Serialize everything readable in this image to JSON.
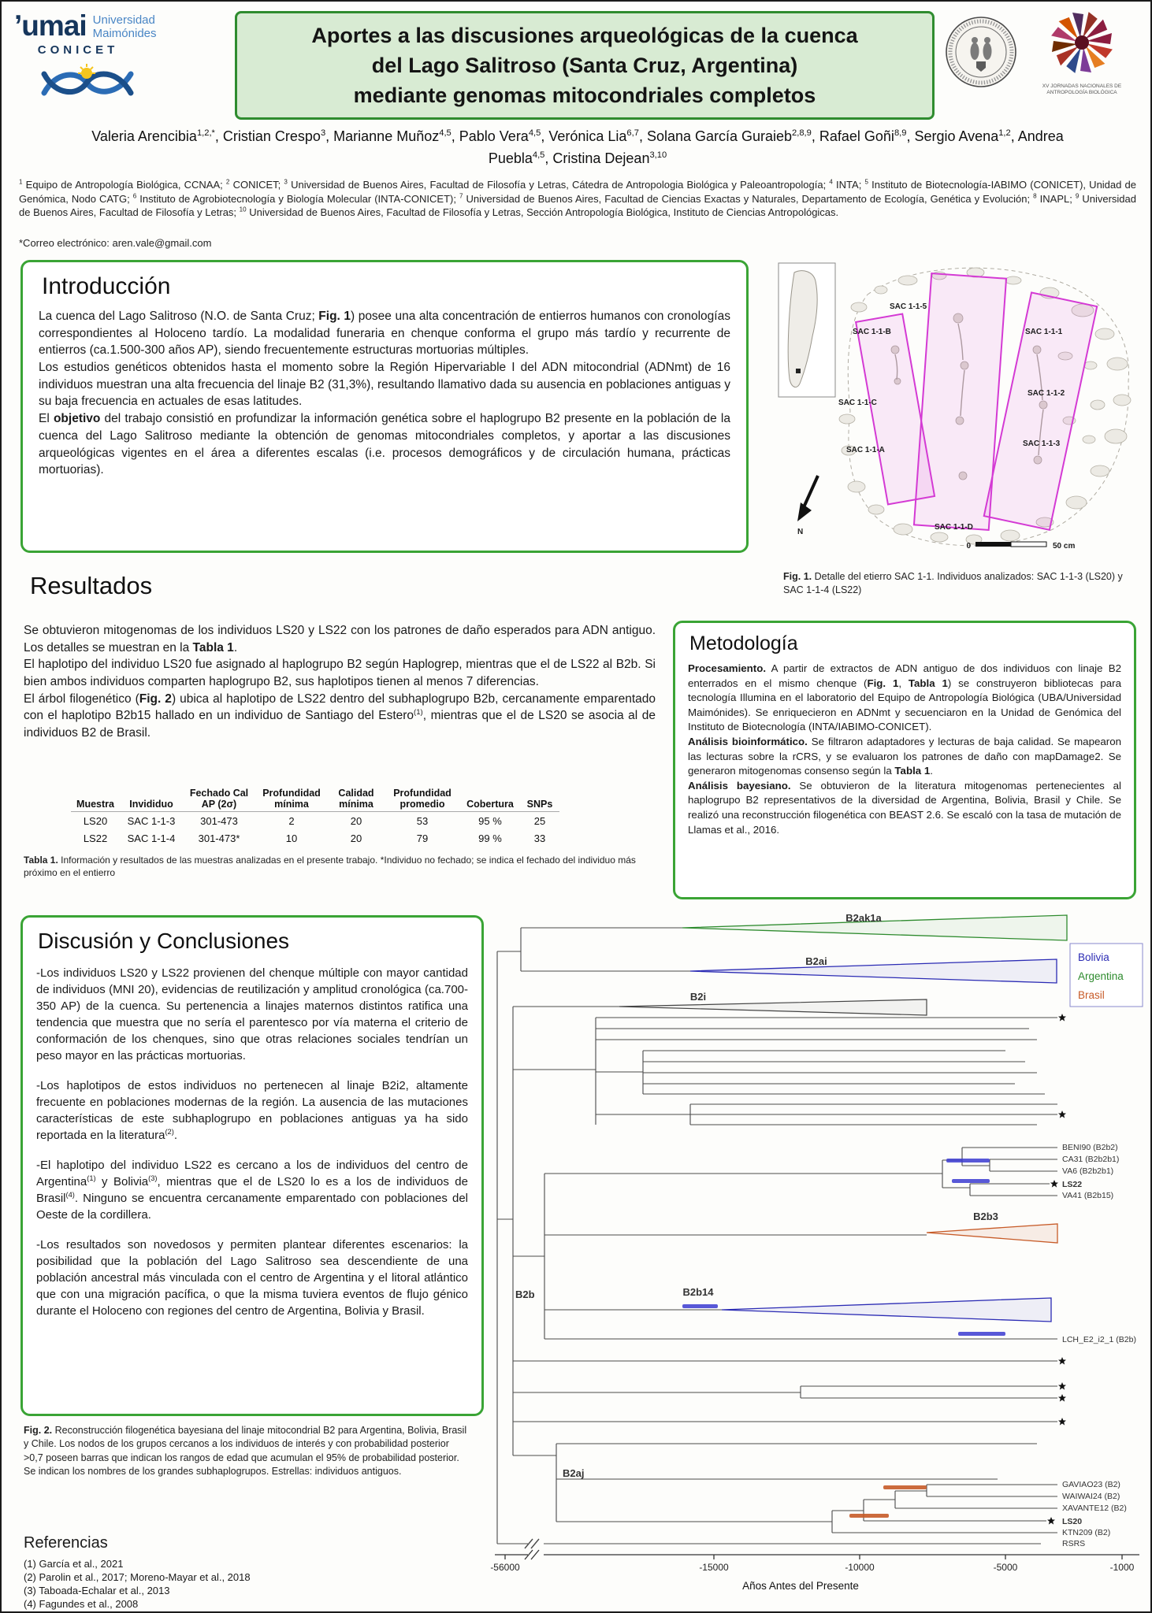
{
  "colors": {
    "accent_green": "#3aa435",
    "title_box_fill": "#d8ebd3",
    "magenta_units": "#d43ad4",
    "bolivia": "#2b2bb4",
    "argentina": "#2e8b2e",
    "brasil": "#c75b28",
    "ancient_bold_green": "#1e7d1e"
  },
  "header": {
    "umai_word": "’umai",
    "umai_sub": [
      "Universidad",
      "Maimónides"
    ],
    "conicet": "CONICET",
    "title_lines": [
      "Aportes a las discusiones arqueológicas de la cuenca",
      "del Lago Salitroso (Santa Cruz, Argentina)",
      "mediante genomas mitocondriales completos"
    ],
    "jornadas_caption": "XV JORNADAS NACIONALES DE ANTROPOLOGÍA BIOLÓGICA"
  },
  "authors_segments": [
    {
      "t": "Valeria Arencibia"
    },
    {
      "t": "1,2,*",
      "sup": true
    },
    {
      "t": ", Cristian Crespo"
    },
    {
      "t": "3",
      "sup": true
    },
    {
      "t": ", Marianne Muñoz"
    },
    {
      "t": "4,5",
      "sup": true
    },
    {
      "t": ", Pablo Vera"
    },
    {
      "t": "4,5",
      "sup": true
    },
    {
      "t": ", Verónica Lia"
    },
    {
      "t": "6,7",
      "sup": true
    },
    {
      "t": ", Solana García Guraieb"
    },
    {
      "t": "2,8,9",
      "sup": true
    },
    {
      "t": ", Rafael Goñi"
    },
    {
      "t": "8,9",
      "sup": true
    },
    {
      "t": ", Sergio Avena"
    },
    {
      "t": "1,2",
      "sup": true
    },
    {
      "t": ", Andrea Puebla"
    },
    {
      "t": "4,5",
      "sup": true
    },
    {
      "t": ", Cristina Dejean"
    },
    {
      "t": "3,10",
      "sup": true
    }
  ],
  "affiliations_segments": [
    {
      "t": "1",
      "sup": true
    },
    {
      "t": " Equipo de Antropología Biológica, CCNAA; "
    },
    {
      "t": "2",
      "sup": true
    },
    {
      "t": " CONICET; "
    },
    {
      "t": "3",
      "sup": true
    },
    {
      "t": " Universidad de Buenos Aires, Facultad de Filosofía y Letras, Cátedra de Antropologia Biológica y Paleoantropología; "
    },
    {
      "t": "4",
      "sup": true
    },
    {
      "t": " INTA; "
    },
    {
      "t": "5",
      "sup": true
    },
    {
      "t": " Instituto de Biotecnología-IABIMO (CONICET), Unidad de Genómica, Nodo CATG; "
    },
    {
      "t": "6",
      "sup": true
    },
    {
      "t": " Instituto de Agrobiotecnología y Biología Molecular (INTA-CONICET); "
    },
    {
      "t": "7",
      "sup": true
    },
    {
      "t": " Universidad de Buenos Aires, Facultad de Ciencias Exactas y Naturales, Departamento de Ecología, Genética y Evolución; "
    },
    {
      "t": "8",
      "sup": true
    },
    {
      "t": " INAPL; "
    },
    {
      "t": "9",
      "sup": true
    },
    {
      "t": " Universidad de Buenos Aires, Facultad de Filosofía y Letras; "
    },
    {
      "t": "10",
      "sup": true
    },
    {
      "t": " Universidad de Buenos Aires, Facultad de Filosofía y Letras, Sección Antropología Biológica, Instituto de Ciencias Antropológicas."
    }
  ],
  "email": "*Correo electrónico: aren.vale@gmail.com",
  "intro": {
    "heading": "Introducción",
    "p1_segments": [
      {
        "t": "La cuenca del Lago Salitroso (N.O. de Santa Cruz; "
      },
      {
        "t": "Fig. 1",
        "b": true
      },
      {
        "t": ") posee una alta concentración de entierros humanos con cronologías correspondientes al Holoceno tardío. La modalidad funeraria en chenque conforma el grupo más tardío y recurrente de entierros (ca.1.500-300 años AP), siendo frecuentemente estructuras mortuorias múltiples."
      }
    ],
    "p2_segments": [
      {
        "t": "Los estudios genéticos obtenidos hasta el momento sobre la Región Hipervariable I del ADN mitocondrial (ADNmt) de 16 individuos muestran una alta frecuencia del linaje B2 (31,3%), resultando llamativo dada su ausencia en poblaciones antiguas y su baja frecuencia en actuales de esas latitudes."
      }
    ],
    "p3_segments": [
      {
        "t": "El "
      },
      {
        "t": "objetivo",
        "b": true
      },
      {
        "t": " del trabajo consistió en profundizar la información genética sobre el haplogrupo B2 presente en la población de la cuenca del Lago Salitroso mediante la obtención de genomas mitocondriales completos, y aportar a las discusiones arqueológicas vigentes en el área a diferentes escalas (i.e. procesos demográficos y de circulación humana, prácticas mortuorias)."
      }
    ]
  },
  "fig1": {
    "labels": [
      "SAC 1-1-5",
      "SAC 1-1-B",
      "SAC 1-1-1",
      "SAC 1-1-C",
      "SAC 1-1-2",
      "SAC 1-1-A",
      "SAC 1-1-3",
      "SAC 1-1-D"
    ],
    "north": "N",
    "scale_zero": "0",
    "scale_label": "50 cm",
    "caption_segments": [
      {
        "t": "Fig. 1.",
        "b": true
      },
      {
        "t": " Detalle del etierro SAC 1-1. Individuos analizados: SAC 1-1-3 (LS20) y SAC 1-1-4 (LS22)"
      }
    ]
  },
  "results": {
    "heading": "Resultados",
    "p1_segments": [
      {
        "t": "Se obtuvieron mitogenomas de los individuos LS20 y LS22 con  los patrones de daño esperados para ADN antiguo. Los detalles  se muestran en la "
      },
      {
        "t": "Tabla 1",
        "b": true
      },
      {
        "t": "."
      }
    ],
    "p2_segments": [
      {
        "t": "El haplotipo del individuo LS20 fue asignado al haplogrupo B2 según Haplogrep, mientras que el de LS22 al B2b. Si bien ambos individuos comparten haplogrupo B2, sus haplotipos tienen al menos 7 diferencias."
      }
    ],
    "p3_segments": [
      {
        "t": "El árbol filogenético ("
      },
      {
        "t": "Fig. 2",
        "b": true
      },
      {
        "t": ") ubica al haplotipo de LS22 dentro del subhaplogrupo B2b, cercanamente emparentado con el haplotipo B2b15 hallado en un individuo de Santiago del Estero"
      },
      {
        "t": "(1)",
        "sup": true
      },
      {
        "t": ", mientras que el de LS20 se asocia al de individuos B2 de Brasil."
      }
    ]
  },
  "table1": {
    "headers": [
      "Muestra",
      "Invididuo",
      "Fechado Cal AP (2σ)",
      "Profundidad mínima",
      "Calidad mínima",
      "Profundidad promedio",
      "Cobertura",
      "SNPs"
    ],
    "rows": [
      [
        "LS20",
        "SAC 1-1-3",
        "301-473",
        "2",
        "20",
        "53",
        "95 %",
        "25"
      ],
      [
        "LS22",
        "SAC 1-1-4",
        "301-473*",
        "10",
        "20",
        "79",
        "99 %",
        "33"
      ]
    ],
    "caption_segments": [
      {
        "t": "Tabla 1.",
        "b": true
      },
      {
        "t": " Información y resultados de las muestras analizadas en el presente trabajo. *Individuo no fechado; se indica el fechado del individuo más próximo en el entierro"
      }
    ]
  },
  "methods": {
    "heading": "Metodología",
    "p1_segments": [
      {
        "t": "Procesamiento.",
        "b": true
      },
      {
        "t": " A partir de extractos de ADN antiguo de dos individuos con linaje B2 enterrados en el mismo chenque ("
      },
      {
        "t": "Fig. 1",
        "b": true
      },
      {
        "t": ", "
      },
      {
        "t": "Tabla 1",
        "b": true
      },
      {
        "t": ") se construyeron bibliotecas para tecnología Illumina en el laboratorio del Equipo de Antropología Biológica (UBA/Universidad Maimónides). Se enriquecieron en ADNmt y secuenciaron en la Unidad de Genómica del Instituto de Biotecnología (INTA/IABIMO-CONICET)."
      }
    ],
    "p2_segments": [
      {
        "t": "Análisis bioinformático.",
        "b": true
      },
      {
        "t": " Se filtraron adaptadores y lecturas de baja calidad. Se mapearon las lecturas sobre la rCRS, y se evaluaron los patrones de daño con mapDamage2. Se generaron mitogenomas consenso según la "
      },
      {
        "t": "Tabla 1",
        "b": true
      },
      {
        "t": "."
      }
    ],
    "p3_segments": [
      {
        "t": "Análisis bayesiano.",
        "b": true
      },
      {
        "t": " Se obtuvieron de la literatura mitogenomas pertenecientes al haplogrupo B2 representativos de la diversidad de Argentina, Bolivia, Brasil y Chile. Se realizó una reconstrucción filogenética con BEAST 2.6. Se escaló con la tasa de mutación de Llamas et al., 2016."
      }
    ]
  },
  "discussion": {
    "heading": "Discusión y Conclusiones",
    "p1_segments": [
      {
        "t": "-Los individuos LS20 y LS22 provienen del chenque múltiple con mayor cantidad de individuos (MNI 20), evidencias de reutilización y amplitud cronológica (ca.700-350 AP) de la cuenca. Su pertenencia a linajes maternos distintos ratifica una tendencia que muestra que no sería el parentesco por vía materna el criterio de conformación de los chenques, sino que otras relaciones sociales tendrían un peso mayor en las prácticas mortuorias."
      }
    ],
    "p2_segments": [
      {
        "t": "-Los haplotipos de estos individuos no pertenecen al linaje B2i2, altamente frecuente en poblaciones modernas de la región. La ausencia de las mutaciones características de este subhaplogrupo en poblaciones antiguas ya ha sido reportada en la literatura"
      },
      {
        "t": "(2)",
        "sup": true
      },
      {
        "t": "."
      }
    ],
    "p3_segments": [
      {
        "t": "-El haplotipo del individuo LS22 es cercano a los de individuos del centro de Argentina"
      },
      {
        "t": "(1)",
        "sup": true
      },
      {
        "t": " y Bolivia"
      },
      {
        "t": "(3)",
        "sup": true
      },
      {
        "t": ", mientras que el de LS20 lo es a los de individuos de Brasil"
      },
      {
        "t": "(4)",
        "sup": true
      },
      {
        "t": ". Ninguno se encuentra cercanamente emparentado con poblaciones del Oeste de la cordillera."
      }
    ],
    "p4_segments": [
      {
        "t": "-Los resultados son novedosos y permiten plantear diferentes escenarios: la posibilidad que la población del Lago Salitroso sea descendiente de una población ancestral más vinculada con el centro de Argentina y el litoral atlántico que con una migración pacífica, o que la misma tuviera eventos de flujo génico durante el Holoceno con regiones del centro de Argentina, Bolivia y Brasil."
      }
    ]
  },
  "fig2": {
    "caption_segments": [
      {
        "t": "Fig. 2.",
        "b": true
      },
      {
        "t": " Reconstrucción filogenética bayesiana del linaje mitocondrial B2 para Argentina, Bolivia, Brasil y Chile. Los nodos de los grupos cercanos a los individuos de interés y con probabilidad posterior >0,7 poseen barras que indican los rangos de edad que acumulan el 95% de probabilidad posterior. Se indican los nombres de los grandes subhaplogrupos. Estrellas: individuos antiguos."
      }
    ],
    "legend": {
      "items": [
        {
          "label": "Bolivia",
          "color": "#2b2bb4"
        },
        {
          "label": "Argentina",
          "color": "#2e8b2e"
        },
        {
          "label": "Brasil",
          "color": "#c75b28"
        }
      ]
    },
    "clades": {
      "b2ak1a": "B2ak1a",
      "b2ai": "B2ai",
      "b2i": "B2i",
      "b2b3": "B2b3",
      "b2b": "B2b",
      "b2b14": "B2b14",
      "b2aj": "B2aj"
    },
    "tips": {
      "beni90": "BENI90 (B2b2)",
      "ca31": "CA31 (B2b2b1)",
      "va6": "VA6 (B2b2b1)",
      "ls22": "LS22",
      "va41": "VA41 (B2b15)",
      "lch": "LCH_E2_i2_1 (B2b)",
      "gaviao": "GAVIAO23 (B2)",
      "waiwai": "WAIWAI24 (B2)",
      "xavante": "XAVANTE12 (B2)",
      "ls20": "LS20",
      "ktn": "KTN209 (B2)",
      "rsrs": "RSRS"
    },
    "axis": {
      "ticks": [
        "-56000",
        "-15000",
        "-10000",
        "-5000",
        "-1000"
      ],
      "label": "Años Antes del Presente"
    }
  },
  "references": {
    "heading": "Referencias",
    "items": [
      "(1) García et al., 2021",
      "(2) Parolin et al., 2017; Moreno-Mayar et al., 2018",
      "(3) Taboada-Echalar et al., 2013",
      "(4) Fagundes et al., 2008"
    ]
  }
}
